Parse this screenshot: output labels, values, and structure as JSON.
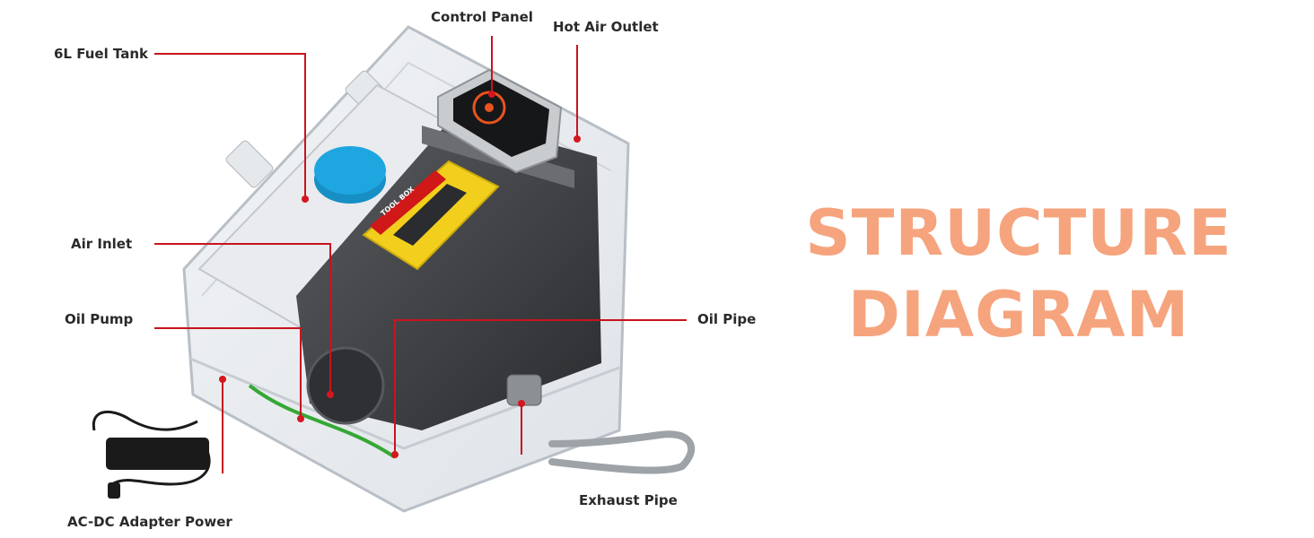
{
  "labels": {
    "fuel_tank": "6L Fuel Tank",
    "control_panel": "Control Panel",
    "hot_air_outlet": "Hot Air Outlet",
    "air_inlet": "Air Inlet",
    "oil_pump": "Oil Pump",
    "oil_pipe": "Oil Pipe",
    "exhaust_pipe": "Exhaust Pipe",
    "adapter_power": "AC-DC Adapter Power"
  },
  "handle_text": "TOOL BOX",
  "heading": {
    "line1": "STRUCTURE",
    "line2": "DIAGRAM"
  },
  "colors": {
    "leader": "#c8141e",
    "heading": "#f6a47e",
    "cap": "#1ea6e0",
    "handle": "#f2cf1c",
    "handle_tag": "#d01818"
  }
}
